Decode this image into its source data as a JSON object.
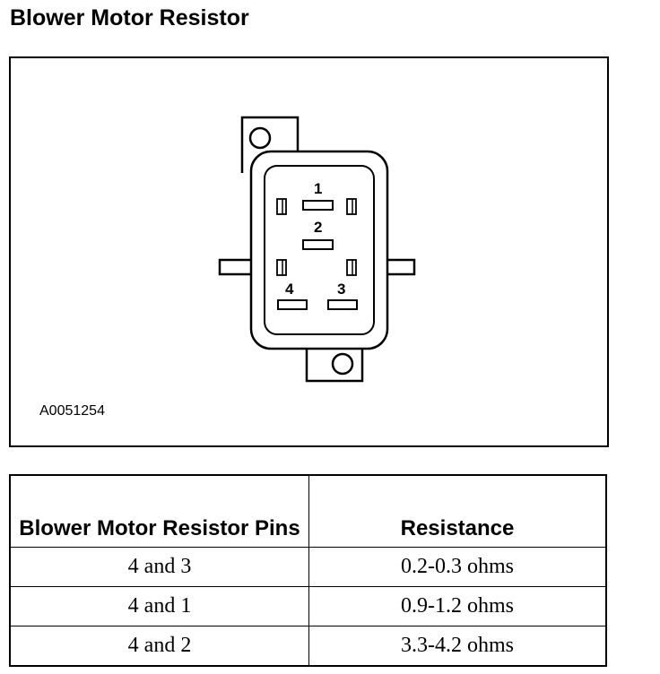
{
  "title": "Blower Motor Resistor",
  "figure": {
    "id": "A0051254",
    "pins": [
      "1",
      "2",
      "4",
      "3"
    ]
  },
  "table": {
    "headers": [
      "Blower Motor Resistor Pins",
      "Resistance"
    ],
    "rows": [
      [
        "4 and 3",
        "0.2-0.3 ohms"
      ],
      [
        "4 and 1",
        "0.9-1.2 ohms"
      ],
      [
        "4 and 2",
        "3.3-4.2 ohms"
      ]
    ]
  }
}
